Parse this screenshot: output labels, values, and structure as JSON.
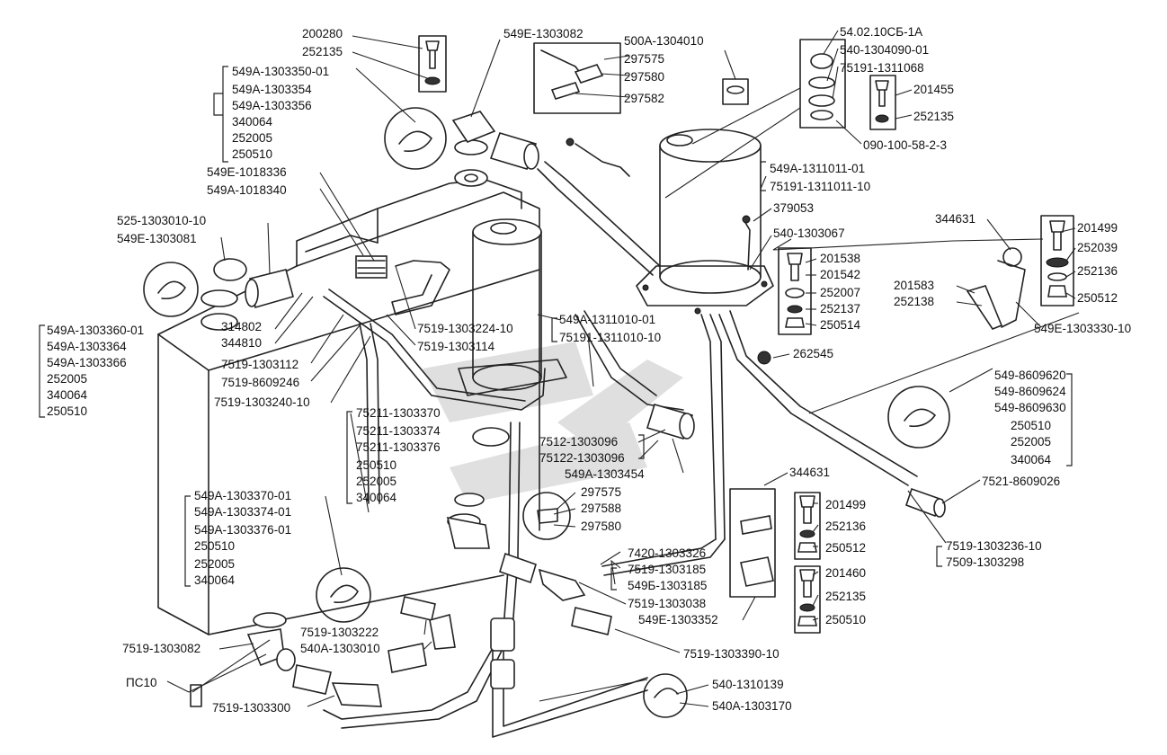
{
  "labels": {
    "l200280": "200280",
    "l252135a": "252135",
    "l549E1303082": "549Е-1303082",
    "l500A1304010": "500А-1304010",
    "l297575a": "297575",
    "l297580a": "297580",
    "l297582": "297582",
    "l540210": "54.02.10СБ-1А",
    "l5401304090": "540-1304090-01",
    "l751911311068": "75191-1311068",
    "l201455": "201455",
    "l252135b": "252135",
    "l090100": "090-100-58-2-3",
    "l549A1311011": "549А-1311011-01",
    "l751911311011": "75191-1311011-10",
    "l379053": "379053",
    "l5401303067": "540-1303067",
    "l549E1018336": "549Е-1018336",
    "l549A1018340": "549А-1018340",
    "l5251303010": "525-1303010-10",
    "l549E1303081": "549Е-1303081",
    "l314802": "314802",
    "l344810": "344810",
    "l75191303112": "7519-1303112",
    "l75198609246": "7519-8609246",
    "l75191303240": "7519-1303240-10",
    "l75191303224": "7519-1303224-10",
    "l75191303114": "7519-1303114",
    "l549A1311010": "549А-1311010-01",
    "l751911311010": "75191-1311010-10",
    "l201538": "201538",
    "l201542": "201542",
    "l252007": "252007",
    "l252137": "252137",
    "l250514": "250514",
    "l262545": "262545",
    "l344631a": "344631",
    "l201499a": "201499",
    "l252039": "252039",
    "l252136a": "252136",
    "l250512a": "250512",
    "l201583": "201583",
    "l252138": "252138",
    "l549E1303330": "549Е-1303330-10",
    "l75121303096": "7512-1303096",
    "l751221303096": "75122-1303096",
    "l549A1303454": "549А-1303454",
    "l75211303370": "75211-1303370",
    "l75211303374": "75211-1303374",
    "l75211303376": "75211-1303376",
    "g2_250510": "250510",
    "g2_252005": "252005",
    "g2_340064": "340064",
    "l297575b": "297575",
    "l297588": "297588",
    "l297580b": "297580",
    "l344631b": "344631",
    "l201499b": "201499",
    "l252136b": "252136",
    "l250512b": "250512",
    "l74201303326": "7420-1303326",
    "l75191303185": "7519-1303185",
    "l549B1303185": "549Б-1303185",
    "l75191303038": "7519-1303038",
    "l549E1303352": "549Е-1303352",
    "l201460": "201460",
    "l252135c": "252135",
    "l250510c": "250510",
    "l75218609026": "7521-8609026",
    "l75191303236": "7519-1303236-10",
    "l75091303298": "7509-1303298",
    "l75191303390": "7519-1303390-10",
    "l5401310139": "540-1310139",
    "l540A1303170": "540А-1303170",
    "l75191303222": "7519-1303222",
    "l540A1303010": "540А-1303010",
    "l75191303082": "7519-1303082",
    "lPC10": "ПС10",
    "l75191303300": "7519-1303300"
  },
  "groups": {
    "top_left_clamp": [
      "549А-1303350-01",
      "549А-1303354",
      "549А-1303356",
      "340064",
      "252005",
      "250510"
    ],
    "left_clamp": [
      "549А-1303360-01",
      "549А-1303364",
      "549А-1303366",
      "252005",
      "340064",
      "250510"
    ],
    "bottom_left_clamp": [
      "549А-1303370-01",
      "549А-1303374-01",
      "549А-1303376-01",
      "250510",
      "252005",
      "340064"
    ],
    "right_clamp": [
      "549-8609620",
      "549-8609624",
      "549-8609630",
      "250510",
      "252005",
      "340064"
    ]
  }
}
